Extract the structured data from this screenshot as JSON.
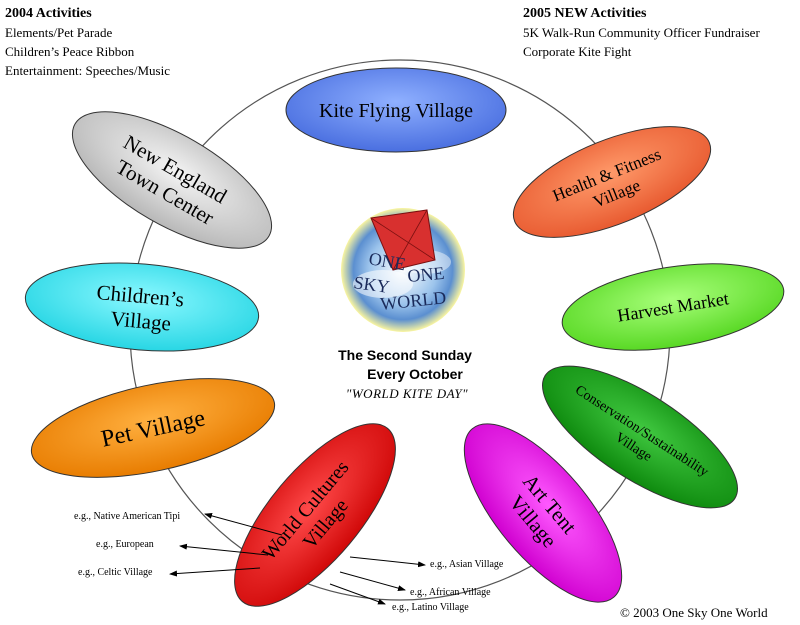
{
  "activities_2004": {
    "heading": "2004 Activities",
    "items": [
      "Elements/Pet Parade",
      "Children’s Peace Ribbon",
      "Entertainment:  Speeches/Music"
    ]
  },
  "activities_2005": {
    "heading": "2005 NEW Activities",
    "items": [
      "5K Walk-Run Community Officer Fundraiser",
      "Corporate Kite Fight"
    ]
  },
  "center": {
    "logo_words": [
      "ONE",
      "SKY",
      "ONE",
      "WORLD"
    ],
    "line1": "The Second Sunday",
    "line2": "Every October",
    "tagline": "\"WORLD KITE DAY\""
  },
  "villages": [
    {
      "id": "kite-flying",
      "lines": [
        "Kite Flying Village"
      ],
      "color": "#6a8ff0"
    },
    {
      "id": "health-fitness",
      "lines": [
        "Health & Fitness",
        "Village"
      ],
      "color": "#f07a4a"
    },
    {
      "id": "harvest-market",
      "lines": [
        "Harvest Market"
      ],
      "color": "#7cf04a"
    },
    {
      "id": "conservation",
      "lines": [
        "Conservation/Sustainability",
        "Village"
      ],
      "color": "#1fa81f"
    },
    {
      "id": "art-tent",
      "lines": [
        "Art Tent",
        "Village"
      ],
      "color": "#ee22ee"
    },
    {
      "id": "world-cultures",
      "lines": [
        "World Cultures",
        "Village"
      ],
      "color": "#ee1a1a"
    },
    {
      "id": "pet",
      "lines": [
        "Pet Village"
      ],
      "color": "#f39010"
    },
    {
      "id": "childrens",
      "lines": [
        "Children’s",
        "Village"
      ],
      "color": "#4ae8f0"
    },
    {
      "id": "new-england",
      "lines": [
        "New England",
        "Town Center"
      ],
      "color": "#d8d8d8"
    }
  ],
  "examples": [
    "e.g.,  Native American Tipi",
    "e.g.,  European",
    "e.g., Celtic Village",
    "e.g., Asian Village",
    "e.g.,  African Village",
    "e.g., Latino Village"
  ],
  "copyright": "© 2003 One Sky One World"
}
